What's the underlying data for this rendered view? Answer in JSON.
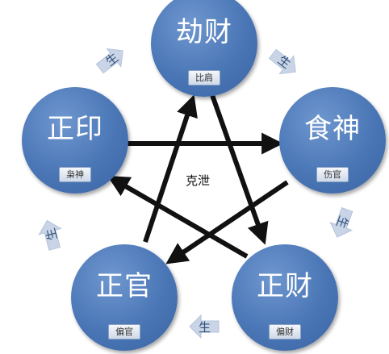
{
  "nodes": {
    "jiecai": {
      "label": "劫财",
      "tag": "比肩"
    },
    "shishen": {
      "label": "食神",
      "tag": "伤官"
    },
    "zhengcai": {
      "label": "正财",
      "tag": "偏财"
    },
    "zhengguan": {
      "label": "正官",
      "tag": "偏官"
    },
    "zhengyin": {
      "label": "正印",
      "tag": "枭神"
    }
  },
  "generate_label": "生",
  "center_label": "克泄",
  "colors": {
    "node": "#4a76b6",
    "arrow": "#111111",
    "generate_arrow": "#c9d5e6"
  }
}
